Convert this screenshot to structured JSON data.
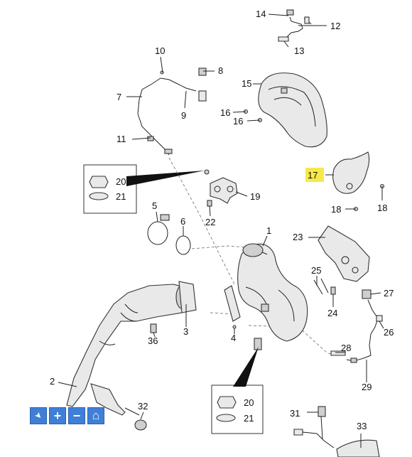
{
  "callouts": {
    "c1": "1",
    "c2": "2",
    "c3": "3",
    "c4": "4",
    "c5": "5",
    "c6": "6",
    "c7": "7",
    "c8": "8",
    "c9": "9",
    "c10": "10",
    "c11": "11",
    "c12": "12",
    "c13": "13",
    "c14": "14",
    "c15": "15",
    "c16a": "16",
    "c16b": "16",
    "c17": "17",
    "c18a": "18",
    "c18b": "18",
    "c19": "19",
    "c20a": "20",
    "c21a": "21",
    "c20b": "20",
    "c21b": "21",
    "c22": "22",
    "c23": "23",
    "c24": "24",
    "c25": "25",
    "c26": "26",
    "c27": "27",
    "c28": "28",
    "c29": "29",
    "c31": "31",
    "c32": "32",
    "c33": "33",
    "c36": "36"
  },
  "highlight": {
    "color": "#f6e84a",
    "callout": "17"
  },
  "toolbar": {
    "tools": [
      {
        "name": "pointer-icon",
        "glyph": "➤"
      },
      {
        "name": "zoom-in-icon",
        "glyph": "+"
      },
      {
        "name": "zoom-out-icon",
        "glyph": "−"
      },
      {
        "name": "home-icon",
        "glyph": "⌂"
      }
    ],
    "color": "#3f7fd6"
  }
}
